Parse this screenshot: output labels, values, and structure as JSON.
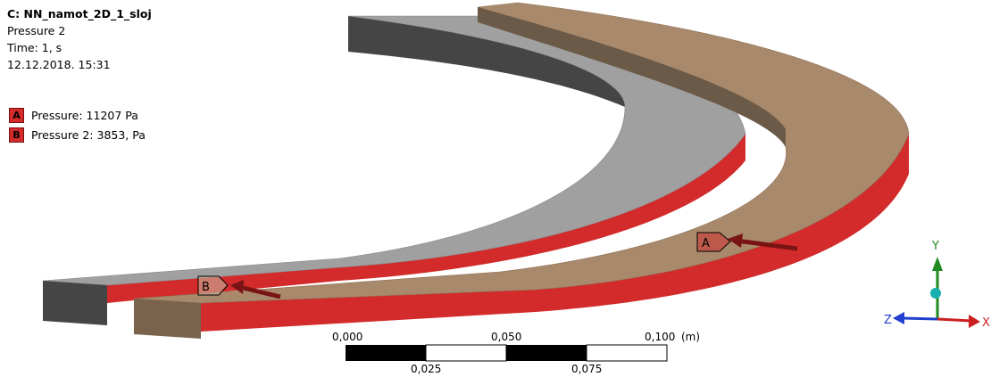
{
  "header": {
    "title": "C: NN_namot_2D_1_sloj",
    "analysis": "Pressure 2",
    "time": "Time: 1, s",
    "date": "12.12.2018. 15:31"
  },
  "legend": [
    {
      "key": "A",
      "label": "Pressure: 11207 Pa",
      "color": "#d32b2b"
    },
    {
      "key": "B",
      "label": "Pressure 2: 3853, Pa",
      "color": "#d32b2b"
    }
  ],
  "scale": {
    "top_labels": [
      "0,000",
      "0,050",
      "0,100"
    ],
    "unit": "(m)",
    "bottom_labels": [
      "0,025",
      "0,075"
    ]
  },
  "triad": {
    "x": "X",
    "y": "Y",
    "z": "Z"
  },
  "colors": {
    "pressure_face": "#d32b2b",
    "body_gray": "#a0a0a0",
    "body_dark": "#454545",
    "body_tan": "#a9896b",
    "axis_x": "#cc1f1f",
    "axis_y": "#1f8a1f",
    "axis_z": "#1f3fcc"
  },
  "icons": [
    "pressure-arrow-icon",
    "triad-icon"
  ]
}
